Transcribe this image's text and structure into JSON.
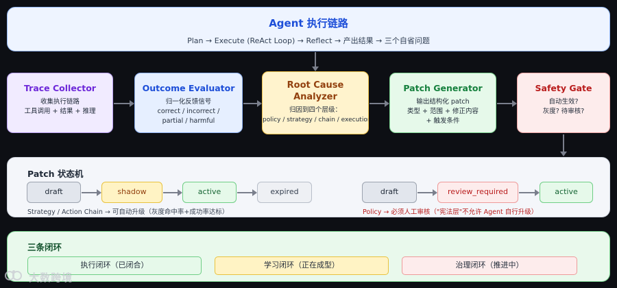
{
  "agent": {
    "title": "Agent 执行链路",
    "subtitle": "Plan → Execute (ReAct Loop) → Reflect → 产出结果 → 三个自省问题"
  },
  "steps": [
    {
      "title": "Trace Collector",
      "lines": [
        "收集执行链路",
        "工具调用 + 结果 + 推理"
      ]
    },
    {
      "title": "Outcome Evaluator",
      "lines": [
        "归一化反馈信号",
        "correct / incorrect /",
        "partial / harmful"
      ]
    },
    {
      "title_lines": [
        "Root Cause",
        "Analyzer"
      ],
      "lines": [
        "归因到四个层级：",
        "policy / strategy / chain / execution"
      ]
    },
    {
      "title": "Patch Generator",
      "lines": [
        "输出结构化 patch",
        "类型 + 范围 + 修正内容",
        "+ 触发条件"
      ]
    },
    {
      "title": "Safety Gate",
      "lines": [
        "自动生效?",
        "灰度? 待审核?"
      ]
    }
  ],
  "state_machine": {
    "title": "Patch 状态机",
    "flow_auto": [
      "draft",
      "shadow",
      "active",
      "expired"
    ],
    "flow_manual": [
      "draft",
      "review_required",
      "active"
    ],
    "note_auto": "Strategy / Action Chain → 可自动升级（灰度命中率+成功率达标）",
    "note_manual": "Policy → 必须人工审核（\"宪法层\"不允许 Agent 自行升级）"
  },
  "loops": {
    "title": "三条闭环",
    "items": [
      "执行闭环（已闭合）",
      "学习闭环（正在成型）",
      "治理闭环（推进中）"
    ]
  },
  "watermark": {
    "text": "大数跨境"
  }
}
